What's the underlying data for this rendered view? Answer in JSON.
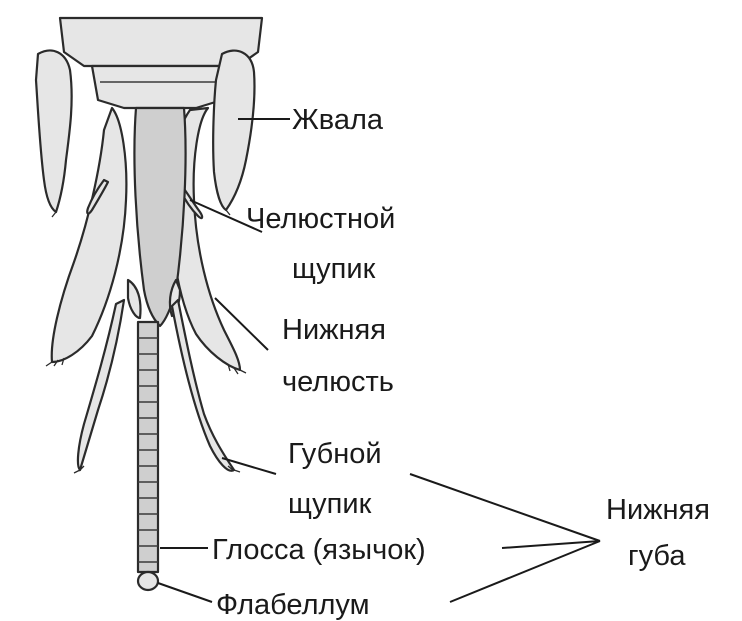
{
  "labels": {
    "mandible": "Жвала",
    "maxillary_palp_1": "Челюстной",
    "maxillary_palp_2": "щупик",
    "maxilla_1": "Нижняя",
    "maxilla_2": "челюсть",
    "labial_palp_1": "Губной",
    "labial_palp_2": "щупик",
    "glossa": "Глосса (язычок)",
    "flabellum": "Флабеллум",
    "labium_1": "Нижняя",
    "labium_2": "губа"
  }
}
